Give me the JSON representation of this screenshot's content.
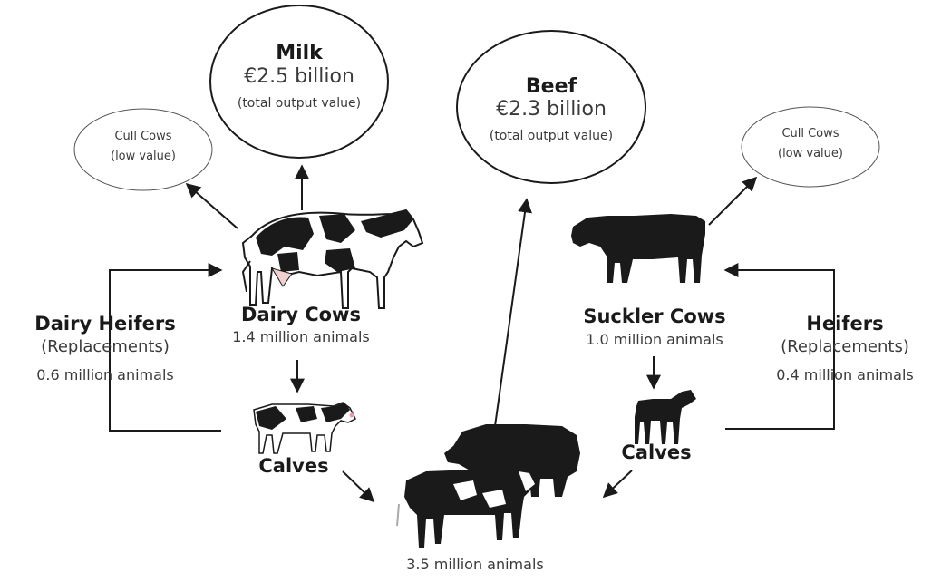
{
  "milk": {
    "title": "Milk",
    "value": "€2.5 billion",
    "note": "(total output value)"
  },
  "beef": {
    "title": "Beef",
    "value": "€2.3 billion",
    "note": "(total output value)"
  },
  "cull_left": {
    "label": "Cull Cows",
    "note": "(low value)"
  },
  "cull_right": {
    "label": "Cull Cows",
    "note": "(low value)"
  },
  "dairy_cows": {
    "label": "Dairy Cows",
    "count": "1.4 million animals"
  },
  "suckler_cows": {
    "label": "Suckler Cows",
    "count": "1.0 million animals"
  },
  "dairy_heifers": {
    "label": "Dairy Heifers",
    "sub": "(Replacements)",
    "count": "0.6 million animals"
  },
  "heifers": {
    "label": "Heifers",
    "sub": "(Replacements)",
    "count": "0.4 million animals"
  },
  "calves_left": {
    "label": "Calves"
  },
  "calves_right": {
    "label": "Calves"
  },
  "beef_animals": {
    "count": "3.5 million animals"
  },
  "colors": {
    "ink": "#1a1a1a",
    "line": "#2a2a2a",
    "background": "#ffffff"
  }
}
